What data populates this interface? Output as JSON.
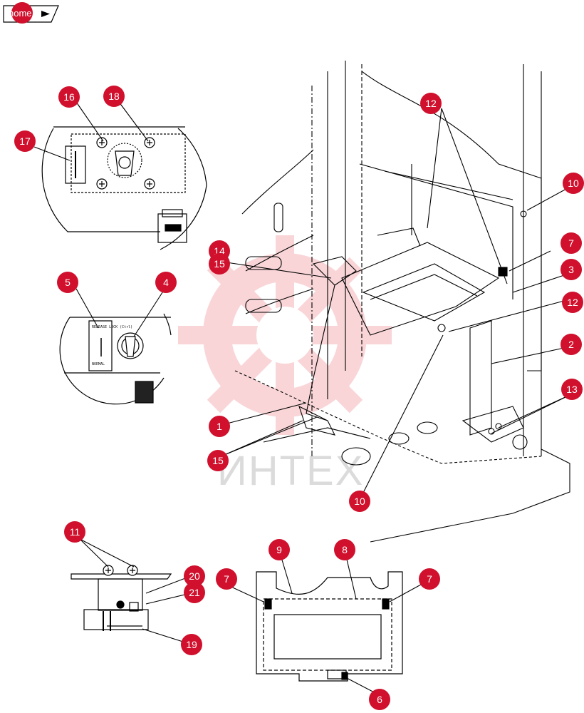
{
  "home_button": {
    "label": "home"
  },
  "watermark": {
    "text": "ИНТЕХ"
  },
  "detail_b_labels": {
    "top": "RELEASE LOCK (Ctrl)",
    "bottom": "NORMAL"
  },
  "callouts": {
    "c1": "1",
    "c2": "2",
    "c3": "3",
    "c4": "4",
    "c5": "5",
    "c6": "6",
    "c7a": "7",
    "c7b": "7",
    "c7c": "7",
    "c8": "8",
    "c9": "9",
    "c10a": "10",
    "c10b": "10",
    "c11": "11",
    "c12a": "12",
    "c12b": "12",
    "c13": "13",
    "c14": "14",
    "c15a": "15",
    "c15b": "15",
    "c16": "16",
    "c17": "17",
    "c18": "18",
    "c19": "19",
    "c20": "20",
    "c21": "21"
  },
  "colors": {
    "callout": "#d0102c",
    "line": "#000000",
    "watermark": "#e8434f"
  }
}
